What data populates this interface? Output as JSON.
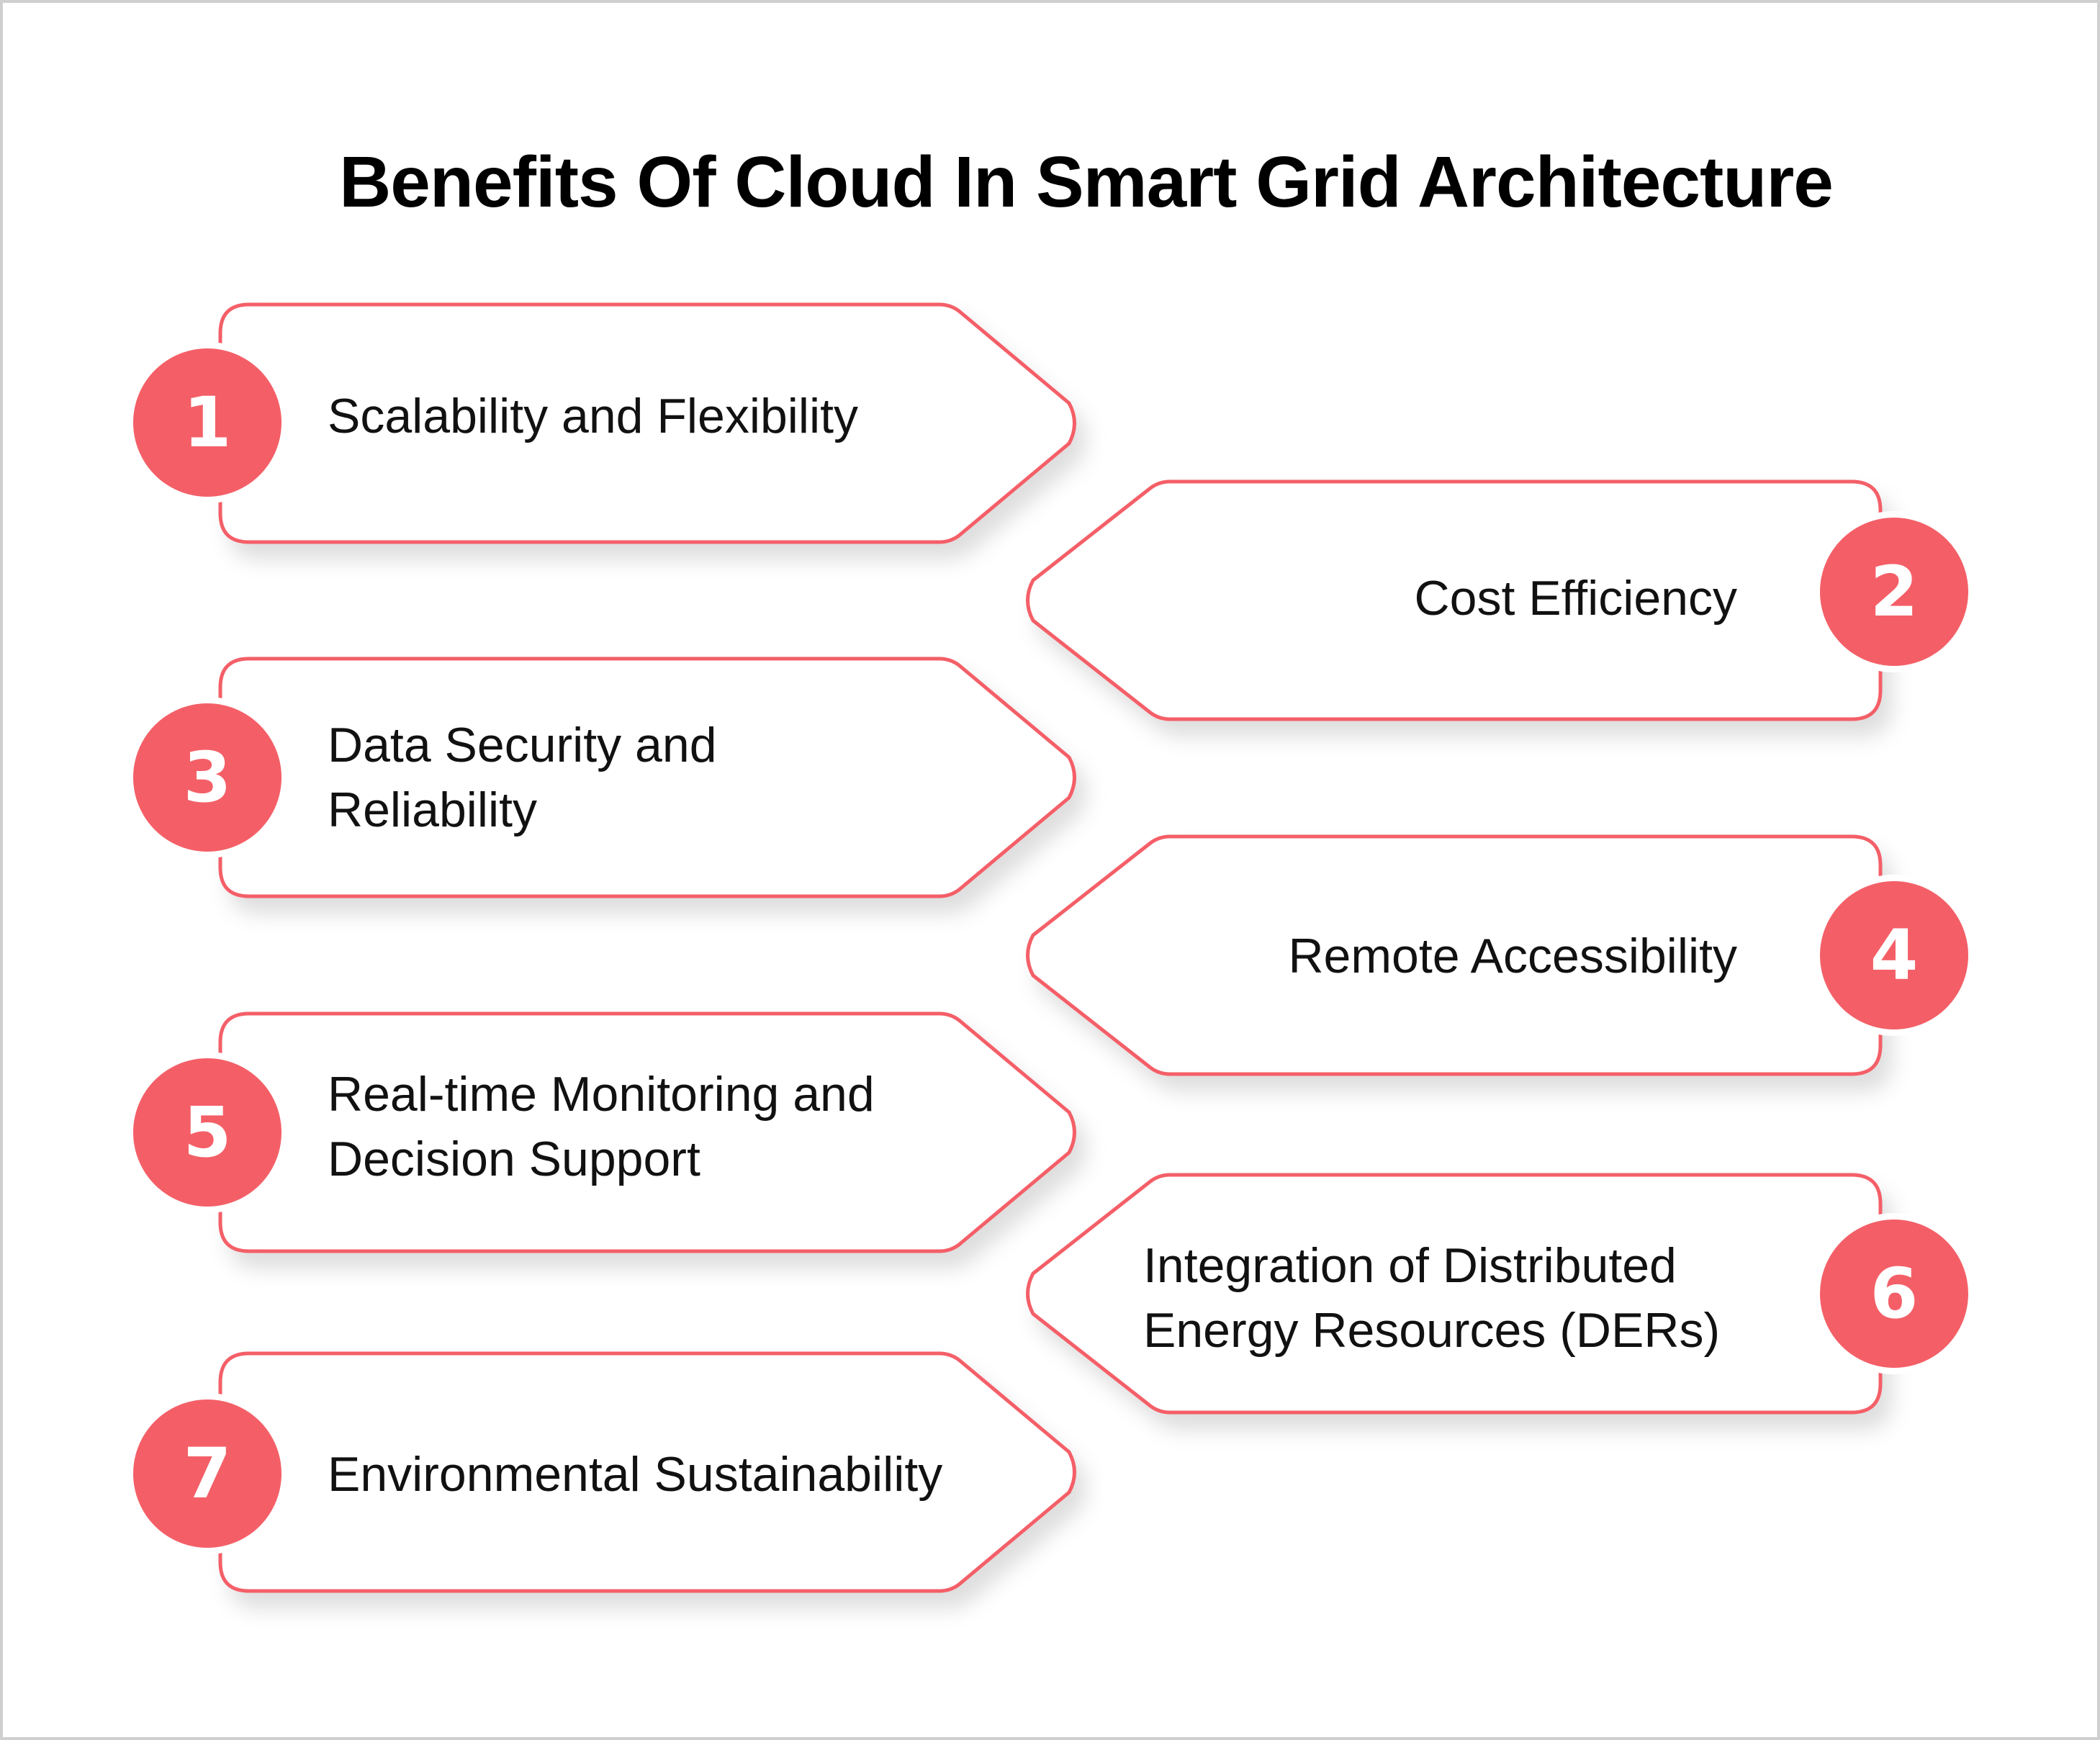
{
  "title": "Benefits Of Cloud In Smart Grid Architecture",
  "accent_color": "#f45f67",
  "items": [
    {
      "number": "1",
      "label": "Scalability and Flexibility",
      "side": "left"
    },
    {
      "number": "2",
      "label": "Cost Efficiency",
      "side": "right"
    },
    {
      "number": "3",
      "label_lines": [
        "Data Security and",
        "Reliability"
      ],
      "side": "left"
    },
    {
      "number": "4",
      "label": "Remote Accessibility",
      "side": "right"
    },
    {
      "number": "5",
      "label_lines": [
        "Real-time Monitoring and",
        "Decision Support"
      ],
      "side": "left"
    },
    {
      "number": "6",
      "label_lines": [
        "Integration of Distributed",
        "Energy Resources (DERs)"
      ],
      "side": "right"
    },
    {
      "number": "7",
      "label": "Environmental Sustainability",
      "side": "left"
    }
  ]
}
